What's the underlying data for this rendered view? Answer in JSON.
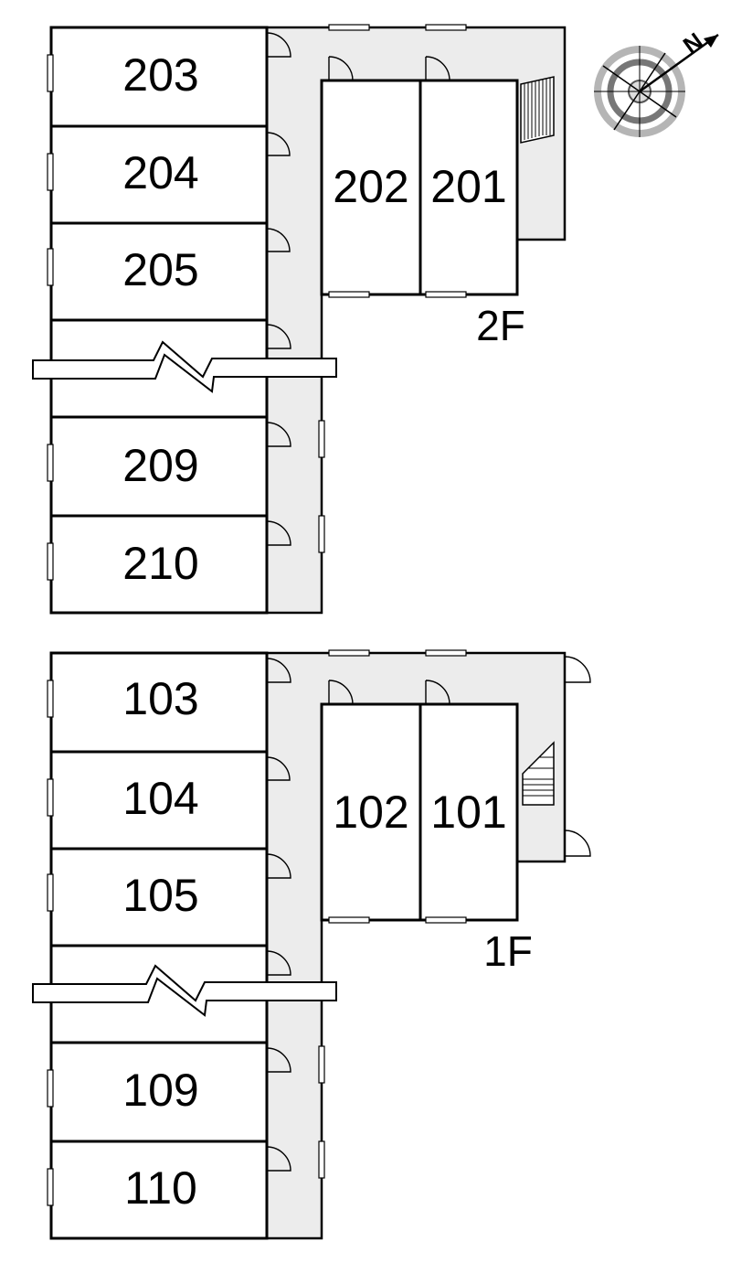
{
  "floors": {
    "f2": {
      "label": "2F",
      "rooms": [
        "203",
        "204",
        "205",
        "209",
        "210",
        "202",
        "201"
      ]
    },
    "f1": {
      "label": "1F",
      "rooms": [
        "103",
        "104",
        "105",
        "109",
        "110",
        "102",
        "101"
      ]
    }
  },
  "compass": {
    "label": "N",
    "icon": "compass-icon"
  },
  "colors": {
    "corridor": "#ececec",
    "line": "#000000",
    "room": "#ffffff"
  }
}
